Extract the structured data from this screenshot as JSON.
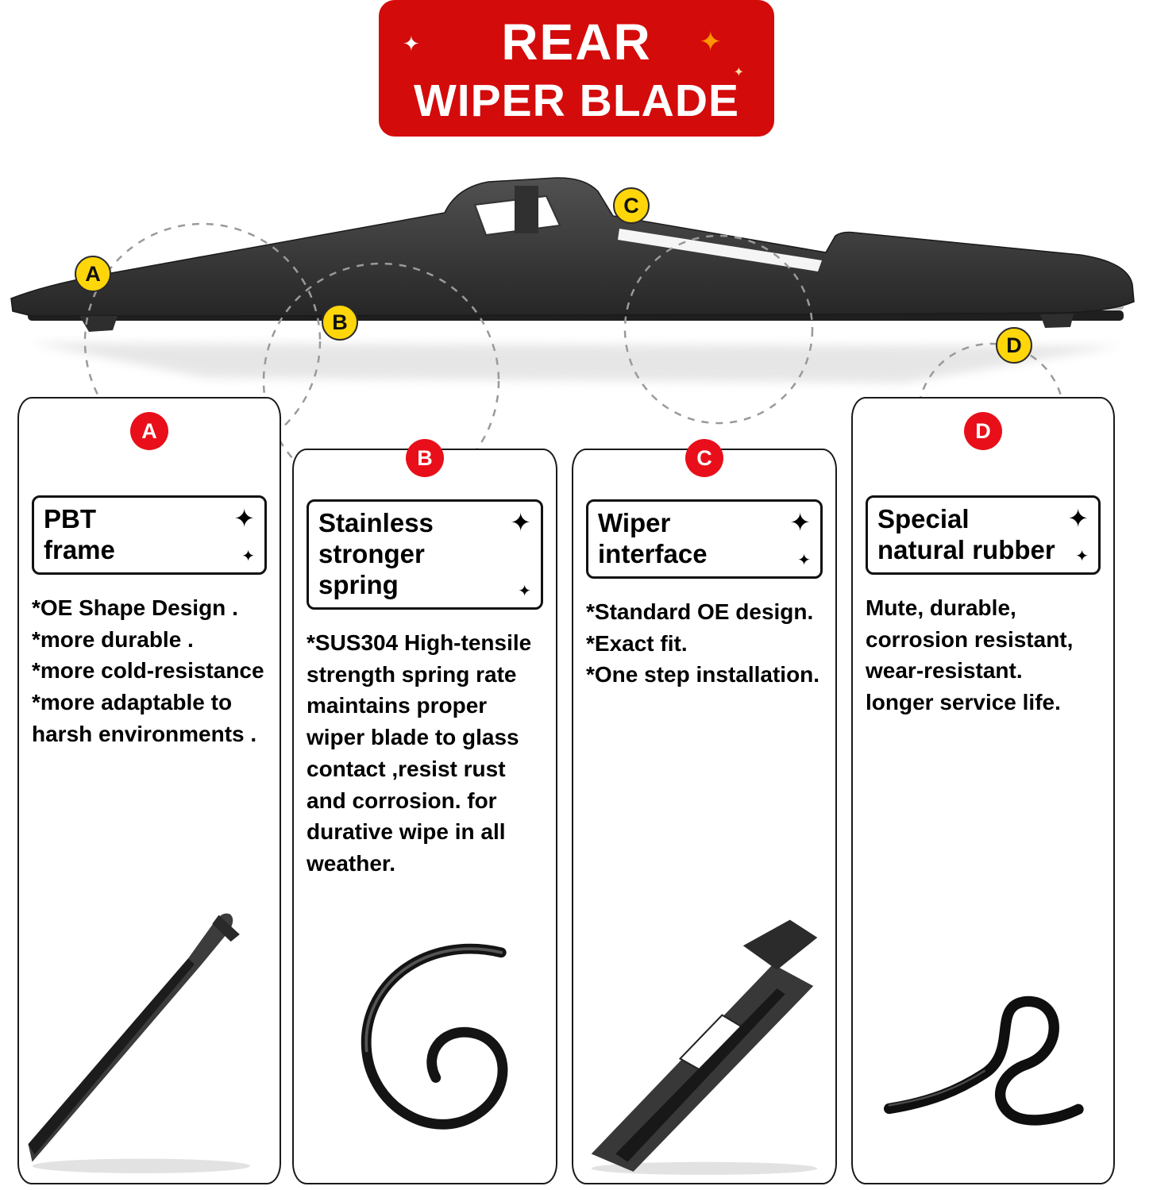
{
  "banner": {
    "line1": "REAR",
    "line2": "WIPER BLADE"
  },
  "icons": {
    "sparkle": "✦"
  },
  "markers": {
    "a": "A",
    "b": "B",
    "c": "C",
    "d": "D"
  },
  "panels": [
    {
      "badge": "A",
      "title": "PBT\nframe",
      "body": "*OE Shape Design .\n*more durable .\n*more cold-resistance\n*more adaptable to\nharsh environments ."
    },
    {
      "badge": "B",
      "title": "Stainless\nstronger spring",
      "body": "*SUS304 High-tensile\nstrength spring rate\nmaintains proper\nwiper blade to glass\ncontact ,resist rust\nand corrosion. for\ndurative wipe in all\nweather."
    },
    {
      "badge": "C",
      "title": "Wiper\ninterface",
      "body": "*Standard OE design.\n*Exact fit.\n*One step installation."
    },
    {
      "badge": "D",
      "title": "Special\nnatural rubber",
      "body": "Mute, durable,\ncorrosion resistant,\nwear-resistant.\nlonger service life."
    }
  ],
  "colors": {
    "banner_red": "#d40b0b",
    "badge_red": "#e80f1a",
    "marker_yellow": "#ffd60a",
    "sparkle_orange": "#ff9500",
    "blade_dark": "#3a3a3a"
  }
}
